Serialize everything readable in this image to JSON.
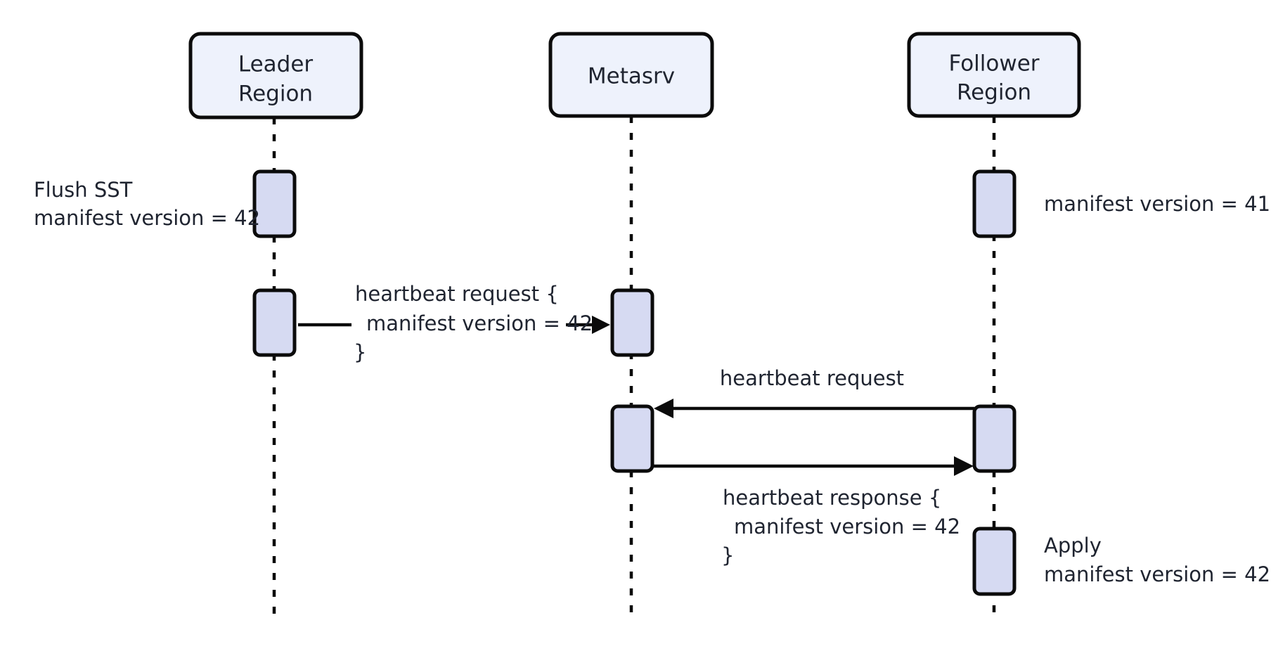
{
  "diagram": {
    "type": "sequence-diagram",
    "title": "",
    "colors": {
      "participant_fill": "#eef2fc",
      "activation_fill": "#d6daf2",
      "stroke": "#0b0b0b",
      "text": "#1f2430",
      "background": "#ffffff"
    },
    "participants": [
      {
        "id": "leader",
        "label_line1": "Leader",
        "label_line2": "Region"
      },
      {
        "id": "metasrv",
        "label_line1": "Metasrv",
        "label_line2": ""
      },
      {
        "id": "follower",
        "label_line1": "Follower",
        "label_line2": "Region"
      }
    ],
    "notes": [
      {
        "id": "flush-note",
        "line1": "Flush SST",
        "line2": "manifest version = 42"
      },
      {
        "id": "follower-version-note",
        "line1": "manifest version = 41",
        "line2": ""
      },
      {
        "id": "apply-note",
        "line1": "Apply",
        "line2": "manifest version = 42"
      }
    ],
    "messages": [
      {
        "id": "heartbeat-request-leader",
        "from": "leader",
        "to": "metasrv",
        "direction": "right",
        "lines": [
          "heartbeat request {",
          "manifest version = 42",
          "}"
        ]
      },
      {
        "id": "heartbeat-request-follower",
        "from": "follower",
        "to": "metasrv",
        "direction": "left",
        "lines": [
          "heartbeat request"
        ]
      },
      {
        "id": "heartbeat-response-metasrv",
        "from": "metasrv",
        "to": "follower",
        "direction": "right",
        "lines": [
          "heartbeat response {",
          "manifest version = 42",
          "}"
        ]
      }
    ]
  }
}
